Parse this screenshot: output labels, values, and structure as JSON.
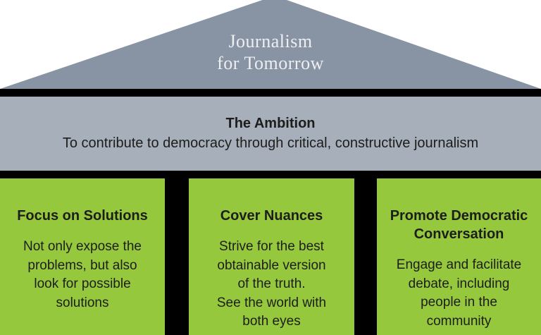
{
  "roof": {
    "title": "Journalism\nfor Tomorrow"
  },
  "ambition": {
    "heading": "The Ambition",
    "subtitle": "To contribute to democracy through critical, constructive journalism"
  },
  "pillars": [
    {
      "heading": "Focus on Solutions",
      "body": "Not only expose the\nproblems, but also\nlook for possible\nsolutions"
    },
    {
      "heading": "Cover Nuances",
      "body": "Strive for the best\nobtainable version\nof the truth.\nSee the world with\nboth eyes"
    },
    {
      "heading": "Promote Democratic\nConversation",
      "body": "Engage and facilitate\ndebate, including\npeople in the\ncommunity"
    }
  ],
  "colors": {
    "roof_gray": "#8893A3",
    "band_gray": "#A6AFBA",
    "pillar_green": "#96C83D",
    "bar_black": "#000000",
    "background": "#FFFFFF",
    "dark_text": "#1D1D1B",
    "roof_text": "#EDEFF2"
  }
}
